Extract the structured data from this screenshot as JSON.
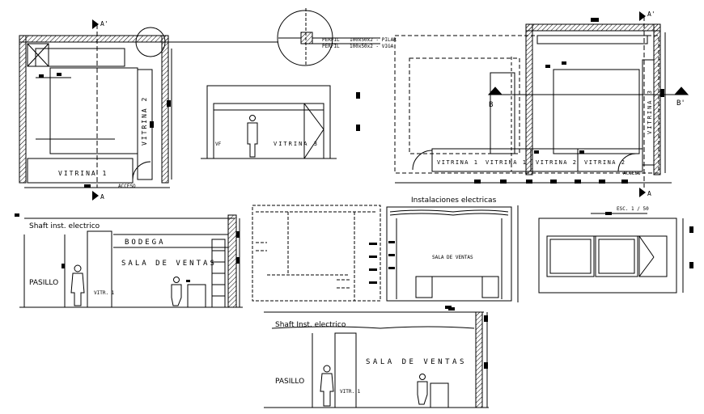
{
  "section_markers": {
    "a_top": "A'",
    "a_bottom": "A",
    "b_left": "B",
    "b_right": "B'"
  },
  "plan_left": {
    "vitrina_1": "VITRINA 1",
    "vitrina_2": "VITRINA 2",
    "access": "ACCESO"
  },
  "callout": {
    "perfil_1": "PERFIL",
    "perfil_1_spec": "100x50x2 - PILAR",
    "perfil_2": "PERFIL",
    "perfil_2_spec": "100x50x2 - VIGA"
  },
  "elevation_small": {
    "vf": "VF",
    "vitrina_3": "VITRINA 3"
  },
  "plan_right": {
    "vitrina_1a": "VITRINA 1",
    "vitrina_1b": "VITRINA 1",
    "vitrina_2": "VITRINA 2",
    "vitrina_2b": "VITRINA 2",
    "vitrina_3": "VITRINA 3",
    "access": "ACCESO"
  },
  "section_left": {
    "shaft": "Shaft inst. electrico",
    "bodega": "BODEGA",
    "sala": "SALA DE VENTAS",
    "pasillo": "PASILLO",
    "vitr": "VITR. 1"
  },
  "elevation_electric": {
    "title": "Instalaciones electricas",
    "sala": "SALA DE VENTAS"
  },
  "elevation_facade": {
    "scale": "ESC. 1 / 50"
  },
  "section_bottom": {
    "shaft": "Shaft Inst. electrico",
    "sala": "SALA DE VENTAS",
    "pasillo": "PASILLO",
    "vitr": "VITR. 1"
  }
}
